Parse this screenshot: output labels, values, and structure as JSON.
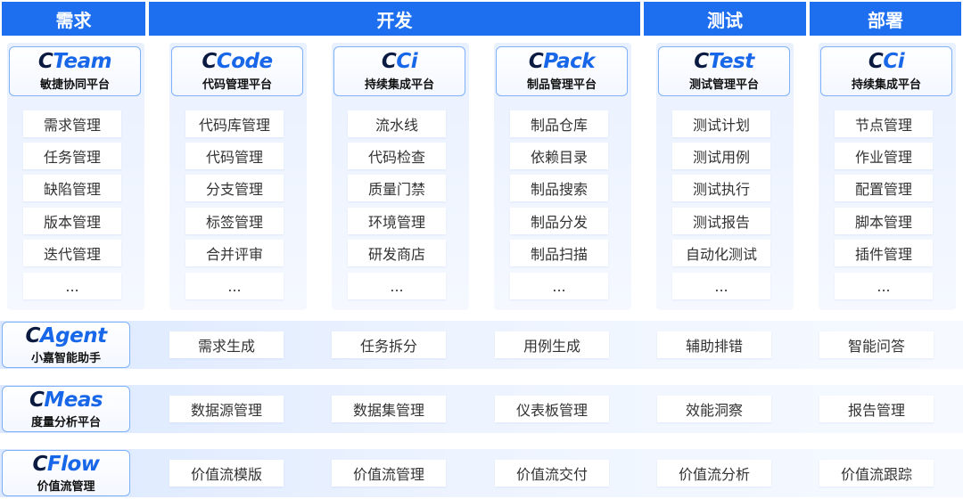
{
  "headers": {
    "requirements": "需求",
    "development": "开发",
    "testing": "测试",
    "deployment": "部署"
  },
  "columns": [
    {
      "logo_c": "C",
      "logo_rest": "Team",
      "subtitle": "敏捷协同平台",
      "items": [
        "需求管理",
        "任务管理",
        "缺陷管理",
        "版本管理",
        "迭代管理",
        "..."
      ]
    },
    {
      "logo_c": "C",
      "logo_rest": "Code",
      "subtitle": "代码管理平台",
      "items": [
        "代码库管理",
        "代码管理",
        "分支管理",
        "标签管理",
        "合并评审",
        "..."
      ]
    },
    {
      "logo_c": "C",
      "logo_rest": "Ci",
      "subtitle": "持续集成平台",
      "items": [
        "流水线",
        "代码检查",
        "质量门禁",
        "环境管理",
        "研发商店",
        "..."
      ]
    },
    {
      "logo_c": "C",
      "logo_rest": "Pack",
      "subtitle": "制品管理平台",
      "items": [
        "制品仓库",
        "依赖目录",
        "制品搜索",
        "制品分发",
        "制品扫描",
        "..."
      ]
    },
    {
      "logo_c": "C",
      "logo_rest": "Test",
      "subtitle": "测试管理平台",
      "items": [
        "测试计划",
        "测试用例",
        "测试执行",
        "测试报告",
        "自动化测试",
        "..."
      ]
    },
    {
      "logo_c": "C",
      "logo_rest": "Ci",
      "subtitle": "持续集成平台",
      "items": [
        "节点管理",
        "作业管理",
        "配置管理",
        "脚本管理",
        "插件管理",
        "..."
      ]
    }
  ],
  "bands": [
    {
      "logo_c": "C",
      "logo_rest": "Agent",
      "subtitle": "小嘉智能助手",
      "items": [
        "需求生成",
        "任务拆分",
        "用例生成",
        "辅助排错",
        "智能问答"
      ]
    },
    {
      "logo_c": "C",
      "logo_rest": "Meas",
      "subtitle": "度量分析平台",
      "items": [
        "数据源管理",
        "数据集管理",
        "仪表板管理",
        "效能洞察",
        "报告管理"
      ]
    },
    {
      "logo_c": "C",
      "logo_rest": "Flow",
      "subtitle": "价值流管理",
      "items": [
        "价值流模版",
        "价值流管理",
        "价值流交付",
        "价值流分析",
        "价值流跟踪"
      ]
    }
  ],
  "colors": {
    "header_bg": "#1e6ff0",
    "logo_blue": "#1767e8",
    "logo_dark": "#0b1a40",
    "panel_bg": "#e9f1ff"
  }
}
